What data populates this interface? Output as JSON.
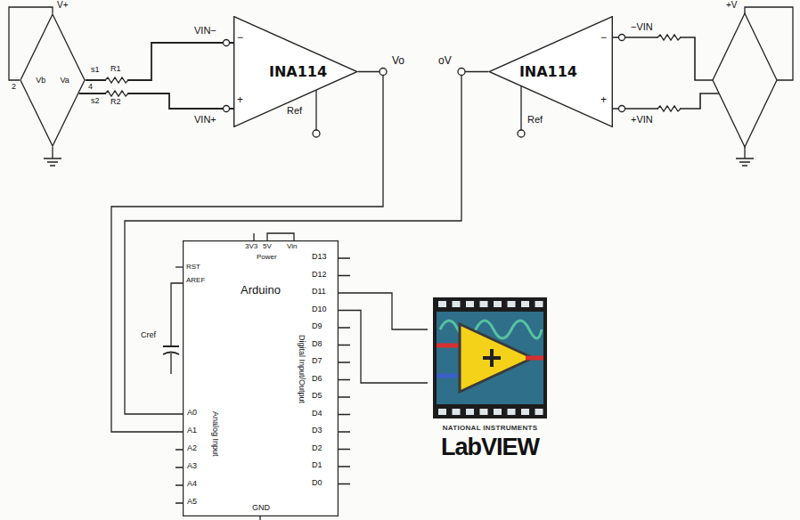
{
  "diagram": {
    "nodes": [
      {
        "text": [
          "Vb",
          "Va"
        ]
      },
      {
        "text": [
          "INA114"
        ]
      },
      {
        "text": [
          "INA114"
        ]
      },
      {
        "text": [
          "Arduino"
        ]
      },
      {
        "text": [
          "NATIONAL INSTRUMENTS",
          "LabVIEW"
        ]
      }
    ],
    "edges": [
      {
        "from": 0,
        "to": 1,
        "arrow": "none"
      },
      {
        "from": 1,
        "to": 3,
        "arrow": "none"
      },
      {
        "from": 2,
        "to": 3,
        "arrow": "none"
      },
      {
        "from": 3,
        "to": 4,
        "arrow": "none"
      }
    ],
    "labels": [
      "V+",
      "2",
      "4",
      "s1",
      "R1",
      "s2",
      "R2",
      "VIN−",
      "VIN+",
      "−",
      "+",
      "Ref",
      "Vo",
      "oV",
      "Ref",
      "−",
      "+",
      "−VIN",
      "+VIN",
      "+V",
      "Cref",
      "3V3",
      "5V",
      "Vin",
      "Power",
      "RST",
      "AREF",
      "D13",
      "D12",
      "D11",
      "D10",
      "D9",
      "D8",
      "D7",
      "D6",
      "D5",
      "D4",
      "D3",
      "D2",
      "D1",
      "D0",
      "A0",
      "A1",
      "A2",
      "A3",
      "A4",
      "A5",
      "Analog Input",
      "Digital Input/Output",
      "GND"
    ]
  }
}
